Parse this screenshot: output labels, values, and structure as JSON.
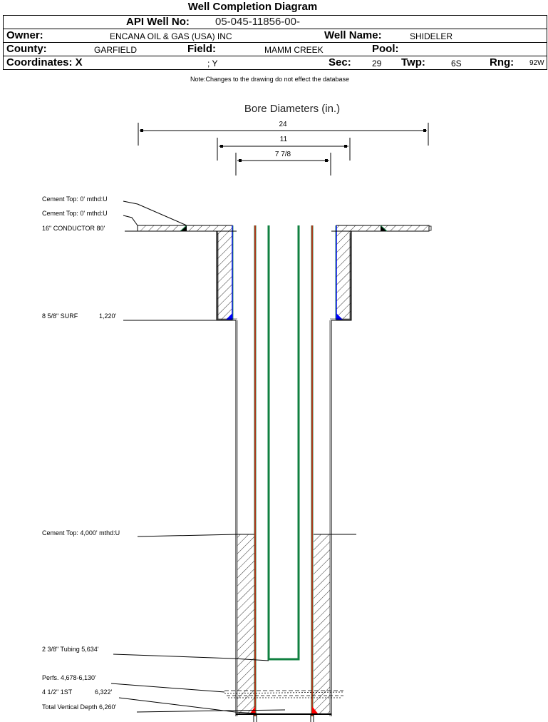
{
  "title": "Well Completion Diagram",
  "header": {
    "api_label": "API Well No:",
    "api_value": "05-045-11856-00-",
    "owner_label": "Owner:",
    "owner_value": "ENCANA OIL & GAS (USA) INC",
    "well_name_label": "Well Name:",
    "well_name_value": "SHIDELER",
    "county_label": "County:",
    "county_value": "GARFIELD",
    "field_label": "Field:",
    "field_value": "MAMM CREEK",
    "pool_label": "Pool:",
    "pool_value": "",
    "coords_label": "Coordinates: X",
    "coords_y": "; Y",
    "sec_label": "Sec:",
    "sec_value": "29",
    "twp_label": "Twp:",
    "twp_value": "6S",
    "rng_label": "Rng:",
    "rng_value": "92W"
  },
  "note": "Note:Changes to the drawing do not effect the database",
  "bore": {
    "title": "Bore Diameters (in.)",
    "diameters": [
      "24",
      "11",
      "7 7/8"
    ]
  },
  "annotations": {
    "cement_top_1": "Cement Top: 0' mthd:U",
    "cement_top_2": "Cement Top: 0' mthd:U",
    "conductor": "16\" CONDUCTOR  80'",
    "surf": "8 5/8\" SURF",
    "surf_depth": "1,220'",
    "cement_top_3": "Cement Top: 4,000' mthd:U",
    "tubing": "2 3/8\" Tubing 5,634'",
    "perfs": "Perfs. 4,678-6,130'",
    "production": "4 1/2\" 1ST",
    "production_depth": "6,322'",
    "tvd": "Total Vertical Depth 6,260'"
  },
  "colors": {
    "casing_red": "#e02010",
    "casing_green": "#108040",
    "cement_blue": "#0000ff",
    "shoe_red": "#ff0000"
  }
}
